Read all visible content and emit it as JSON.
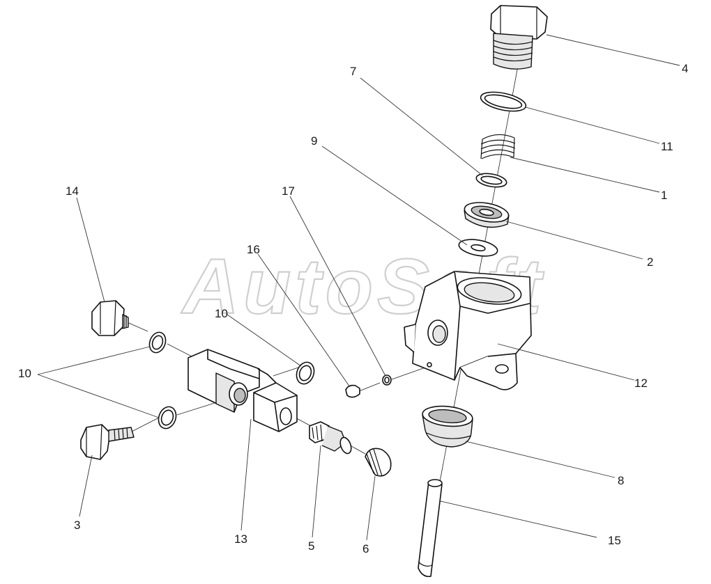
{
  "watermark": "AutoSoft",
  "callouts": [
    {
      "id": "c1",
      "text": "1"
    },
    {
      "id": "c2",
      "text": "2"
    },
    {
      "id": "c3",
      "text": "3"
    },
    {
      "id": "c4",
      "text": "4"
    },
    {
      "id": "c5",
      "text": "5"
    },
    {
      "id": "c6",
      "text": "6"
    },
    {
      "id": "c7",
      "text": "7"
    },
    {
      "id": "c8",
      "text": "8"
    },
    {
      "id": "c9",
      "text": "9"
    },
    {
      "id": "c10a",
      "text": "10"
    },
    {
      "id": "c10b",
      "text": "10"
    },
    {
      "id": "c11",
      "text": "11"
    },
    {
      "id": "c12",
      "text": "12"
    },
    {
      "id": "c13",
      "text": "13"
    },
    {
      "id": "c14",
      "text": "14"
    },
    {
      "id": "c15",
      "text": "15"
    },
    {
      "id": "c16",
      "text": "16"
    },
    {
      "id": "c17",
      "text": "17"
    }
  ]
}
